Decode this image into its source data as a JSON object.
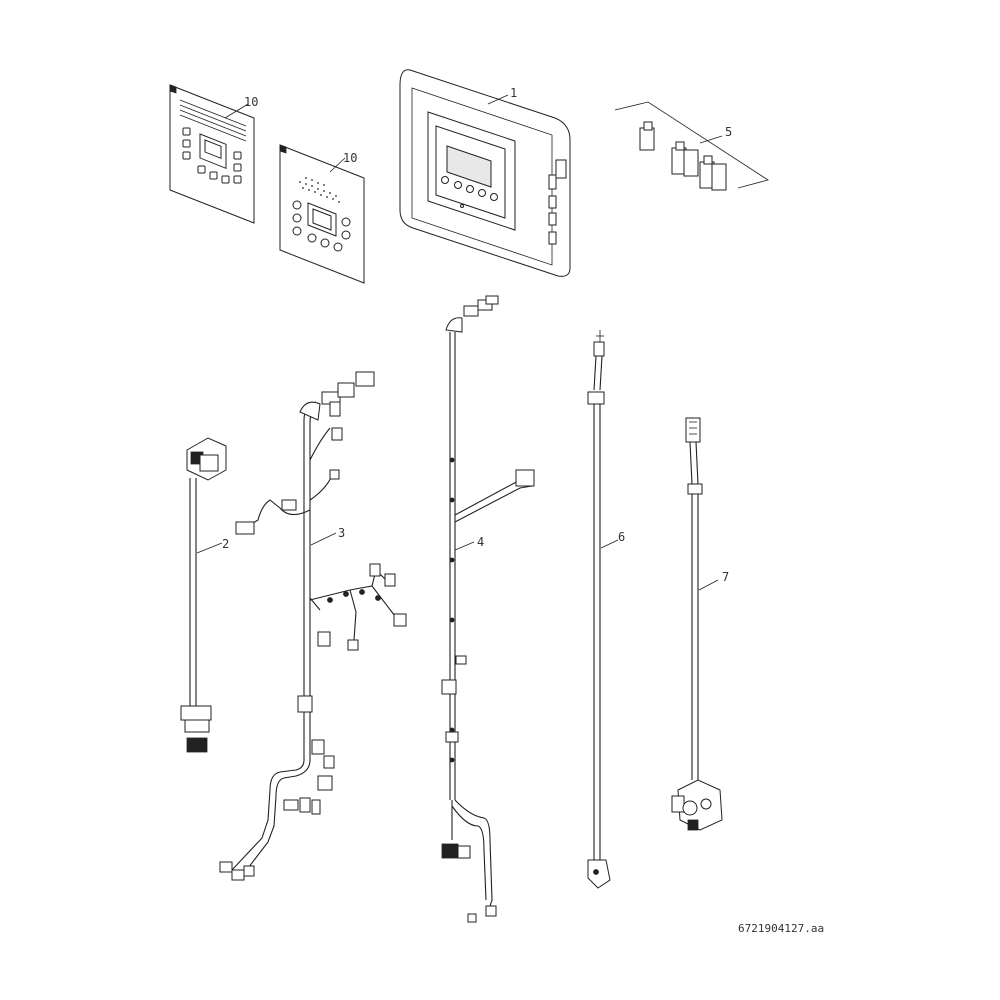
{
  "document_number": "6721904127.aa",
  "callouts": {
    "c1": "1",
    "c2": "2",
    "c3": "3",
    "c4": "4",
    "c5": "5",
    "c6": "6",
    "c7": "7",
    "c10a": "10",
    "c10b": "10"
  }
}
